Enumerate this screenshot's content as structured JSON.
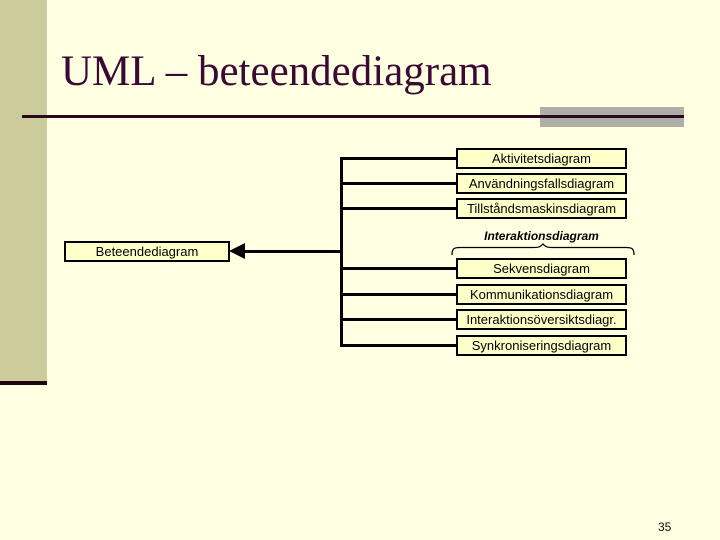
{
  "slide": {
    "title": "UML – beteendediagram",
    "page_number": "35"
  },
  "diagram": {
    "root_box": {
      "label": "Beteendediagram"
    },
    "top_boxes": [
      {
        "label": "Aktivitetsdiagram"
      },
      {
        "label": "Användningsfallsdiagram"
      },
      {
        "label": "Tillståndsmaskinsdiagram"
      }
    ],
    "group_label": "Interaktionsdiagram",
    "interaction_boxes": [
      {
        "label": "Sekvensdiagram"
      },
      {
        "label": "Kommunikationsdiagram"
      },
      {
        "label": "Interaktionsöversiktsdiagr."
      },
      {
        "label": "Synkroniseringsdiagram"
      }
    ]
  },
  "colors": {
    "background": "#FFFFE2",
    "sidebar_strip": "#CBCB9B",
    "title_text": "#3A0935",
    "title_rule": "#2B0722",
    "rule_accent_gray": "#AFAFA7",
    "box_fill": "#FFFFCA",
    "box_border": "#000000",
    "connector": "#000000"
  }
}
